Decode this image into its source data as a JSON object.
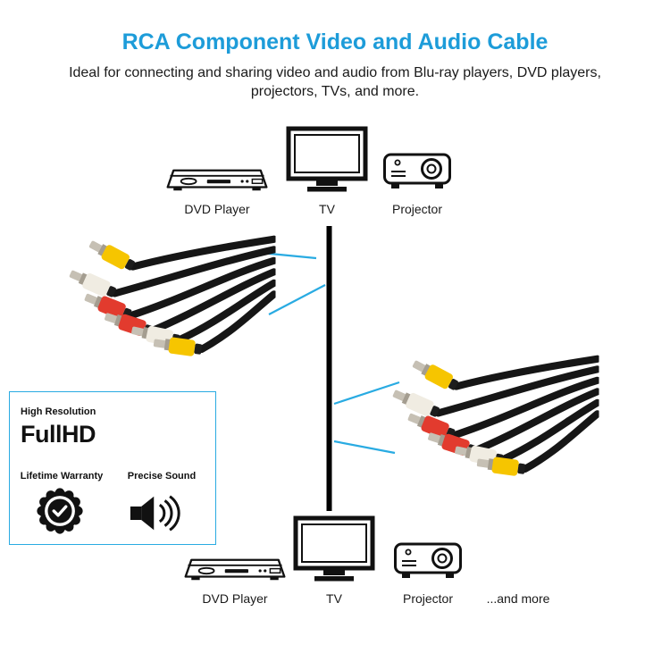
{
  "title": "RCA Component Video and Audio Cable",
  "subtitle_lines": [
    "Ideal for connecting and sharing video and audio from Blu-ray players, DVD players,",
    "projectors, TVs, and more."
  ],
  "colors": {
    "accent": "#1d9cd9",
    "line-blue": "#29abe2",
    "box-border": "#29abe2",
    "cable": "#161616",
    "c-yellow": "#f6c500",
    "c-red": "#e23b2e",
    "c-white": "#f0ece2"
  },
  "top_devices": [
    {
      "label": "DVD Player"
    },
    {
      "label": "TV"
    },
    {
      "label": "Projector"
    }
  ],
  "bottom_devices": [
    {
      "label": "DVD Player"
    },
    {
      "label": "TV"
    },
    {
      "label": "Projector"
    },
    {
      "label": "...and more"
    }
  ],
  "feature_box": {
    "high_resolution": "High Resolution",
    "fullhd": "FullHD",
    "lifetime_warranty": "Lifetime Warranty",
    "precise_sound": "Precise Sound"
  }
}
